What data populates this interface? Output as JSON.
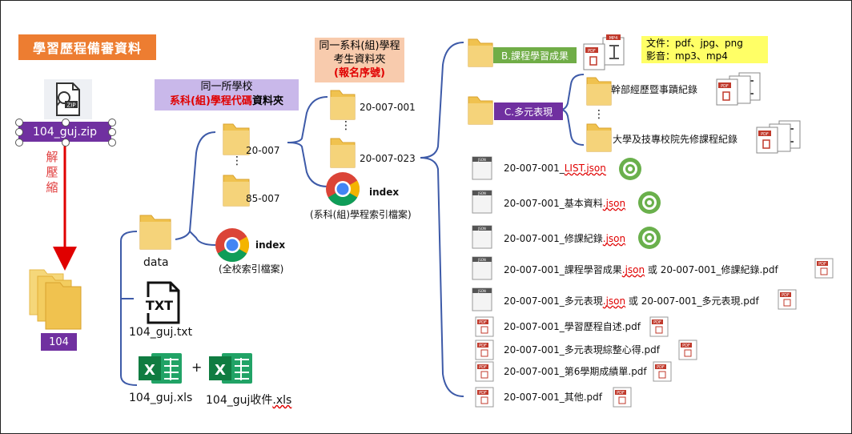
{
  "title": "學習歷程備審資料",
  "zip": {
    "filename": "104_guj.zip",
    "icon": "zip-file-icon"
  },
  "unzip_label": "解壓縮",
  "root_folder": {
    "label": "104"
  },
  "data_folder": {
    "label": "data"
  },
  "files_104": {
    "txt": "104_guj.txt",
    "xls": "104_guj.xls",
    "plus": "+",
    "xls2_base": "104_guj收件",
    "xls2_ext": ".xls"
  },
  "school_box": {
    "line1": "同一所學校",
    "line2_red": "系科(組)學程代碼",
    "line2_rest": "資料夾"
  },
  "school_folders": {
    "first": "20-007",
    "dots": "⋮",
    "last": "85-007"
  },
  "school_index": {
    "name": "index",
    "caption": "(全校索引檔案)"
  },
  "dept_box": {
    "line1": "同一系科(組)學程",
    "line2": "考生資料夾",
    "line3": "(報名序號)"
  },
  "dept_folders": {
    "first": "20-007-001",
    "dots": "⋮",
    "last": "20-007-023"
  },
  "dept_index": {
    "name": "index",
    "caption": "(系科(組)學程索引檔案)"
  },
  "course_outcome": {
    "label": "B.課程學習成果"
  },
  "media_note": {
    "line1": "文件：pdf、jpg、png",
    "line2": "影音：mp3、mp4"
  },
  "performance": {
    "label": "C.多元表現",
    "sub1": "幹部經歷暨事蹟紀錄",
    "dots": "⋮",
    "sub2": "大學及技專校院先修課程紀錄"
  },
  "json_files": [
    {
      "prefix": "20-007-001_",
      "name": "LIST.json"
    },
    {
      "prefix": "20-007-001_基本資料",
      "name": ".json"
    },
    {
      "prefix": "20-007-001_修課紀錄",
      "name": ".json"
    },
    {
      "prefix": "20-007-001_課程學習成果",
      "name": ".json",
      "suffix": " 或 20-007-001_修課紀錄.pdf"
    },
    {
      "prefix": "20-007-001_多元表現",
      "name": ".json",
      "suffix": " 或 20-007-001_多元表現.pdf"
    }
  ],
  "pdf_files": [
    "20-007-001_學習歷程自述.pdf",
    "20-007-001_多元表現綜整心得.pdf",
    "20-007-001_第6學期成績單.pdf",
    "20-007-001_其他.pdf"
  ],
  "colors": {
    "orange": "#ed7d31",
    "purple": "#7030a0",
    "lavender": "#c9b8ea",
    "peach": "#f8cbad",
    "green": "#70ad47",
    "yellow": "#ffff66",
    "connector": "#3d5aa8",
    "folder": "#f0c24f",
    "arrow": "#e00000"
  }
}
